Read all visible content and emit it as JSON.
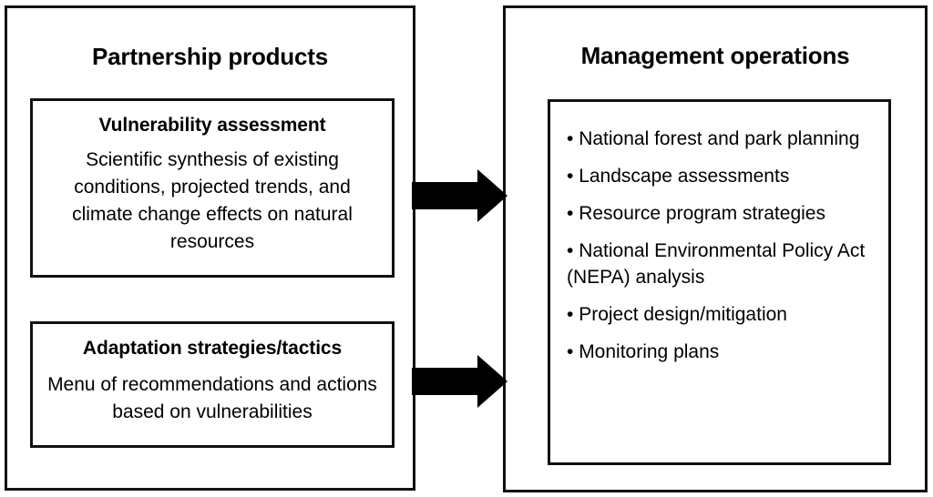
{
  "diagram": {
    "title_left": "Partnership products",
    "title_right": "Management operations",
    "arrow_color": "#000000",
    "border_color": "#111111",
    "background_color": "#ffffff"
  },
  "left_panel": {
    "title": "Partnership products",
    "boxes": [
      {
        "heading": "Vulnerability assessment",
        "body": "Scientific synthesis of existing conditions, projected trends, and climate change effects on natural resources"
      },
      {
        "heading": "Adaptation strategies/tactics",
        "body": "Menu of recommendations and actions based on vulnerabilities"
      }
    ]
  },
  "right_panel": {
    "title": "Management operations",
    "bullet_char": "•",
    "bullets": [
      "National forest and park planning",
      "Landscape assessments",
      "Resource program strategies",
      "National Environmental Policy Act (NEPA) analysis",
      "Project design/mitigation",
      "Monitoring plans"
    ]
  },
  "arrows": [
    {
      "name": "vulnerability-to-operations",
      "from": "Vulnerability assessment",
      "to": "Management operations"
    },
    {
      "name": "adaptation-to-operations",
      "from": "Adaptation strategies/tactics",
      "to": "Management operations"
    }
  ]
}
